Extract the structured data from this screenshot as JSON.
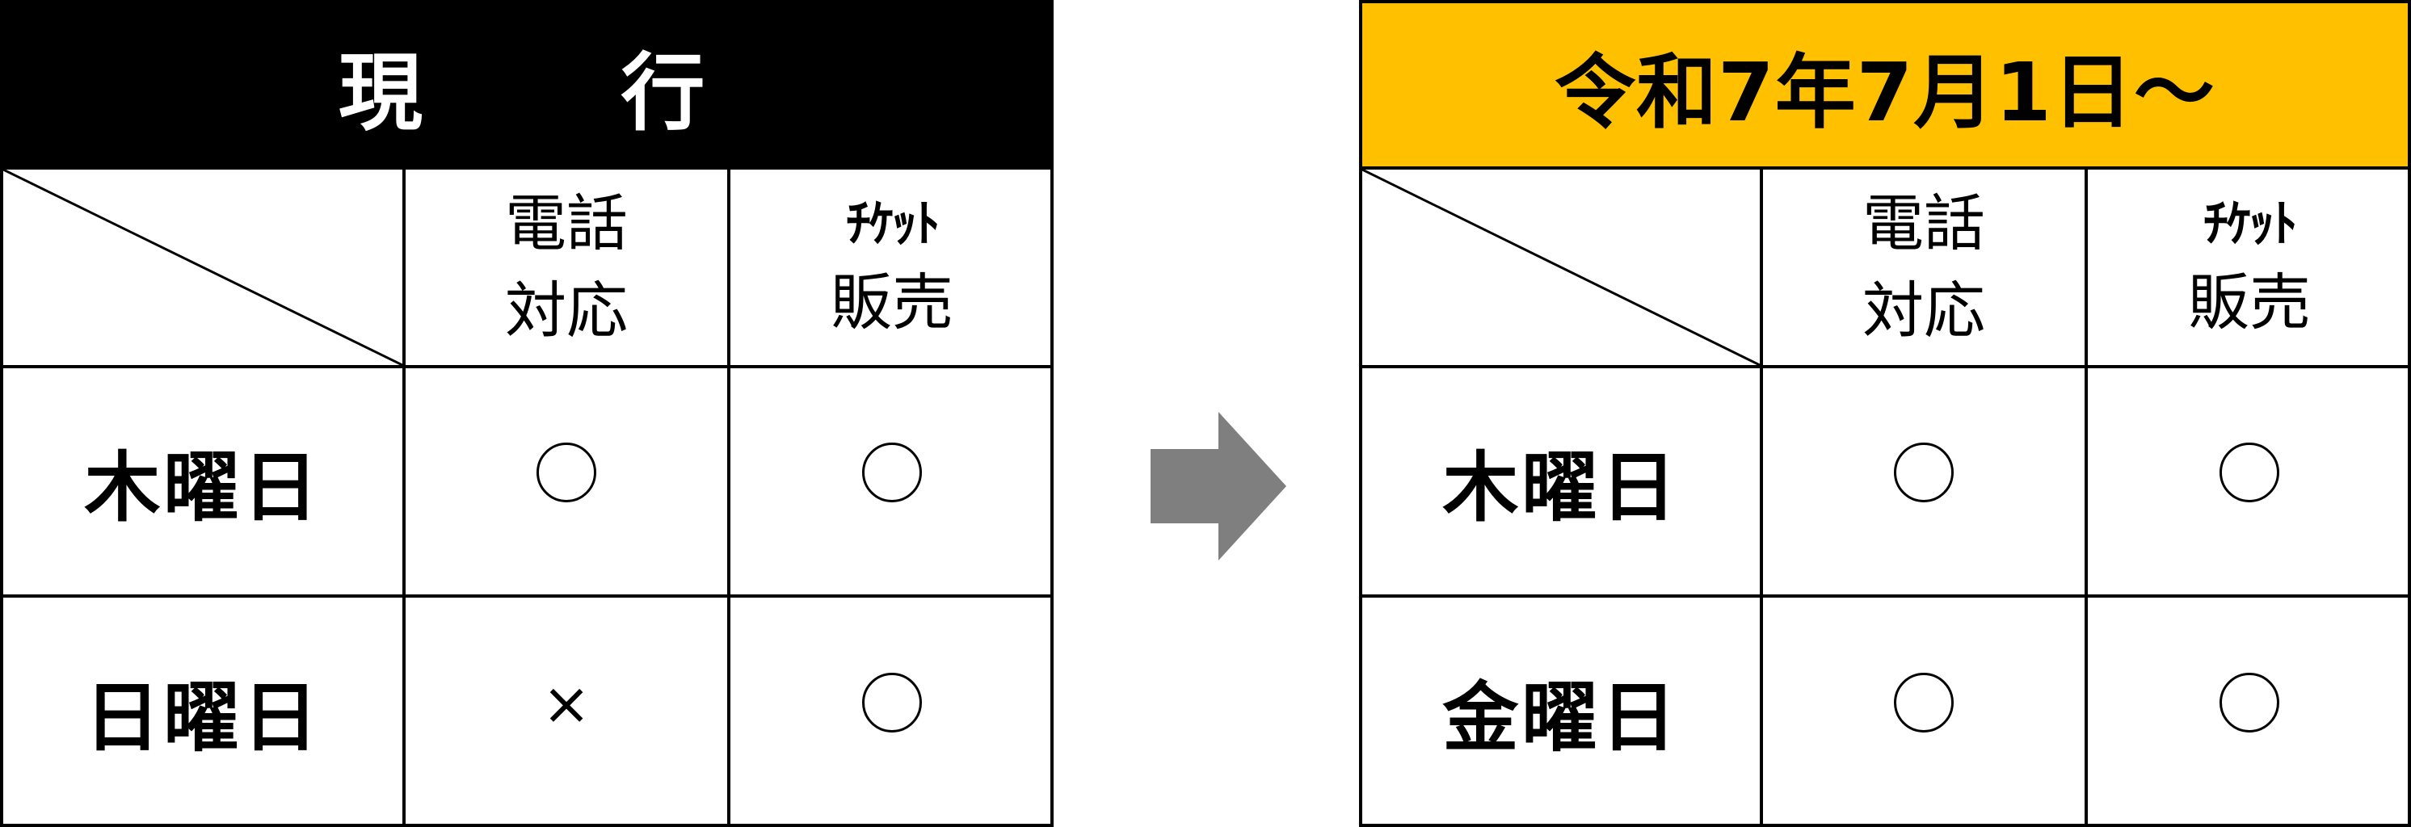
{
  "current": {
    "title": "現　　行",
    "col_header_phone_line1": "電話",
    "col_header_phone_line2": "対応",
    "col_header_ticket_line1": "ﾁｹｯﾄ",
    "col_header_ticket_line2": "販売",
    "rows": [
      {
        "label": "木曜日",
        "phone": "circle",
        "ticket": "circle"
      },
      {
        "label": "日曜日",
        "phone": "×",
        "ticket": "circle"
      }
    ]
  },
  "new": {
    "title": "令和7年7月1日～",
    "col_header_phone_line1": "電話",
    "col_header_phone_line2": "対応",
    "col_header_ticket_line1": "ﾁｹｯﾄ",
    "col_header_ticket_line2": "販売",
    "rows": [
      {
        "label": "木曜日",
        "phone": "circle",
        "ticket": "circle"
      },
      {
        "label": "金曜日",
        "phone": "circle",
        "ticket": "circle"
      }
    ]
  },
  "colors": {
    "current_header_bg": "#000000",
    "new_header_bg": "#ffc000",
    "arrow": "#7f7f7f"
  },
  "icons": {
    "arrow": "right-arrow-icon",
    "available": "circle-mark-icon",
    "unavailable": "cross-mark-icon"
  }
}
